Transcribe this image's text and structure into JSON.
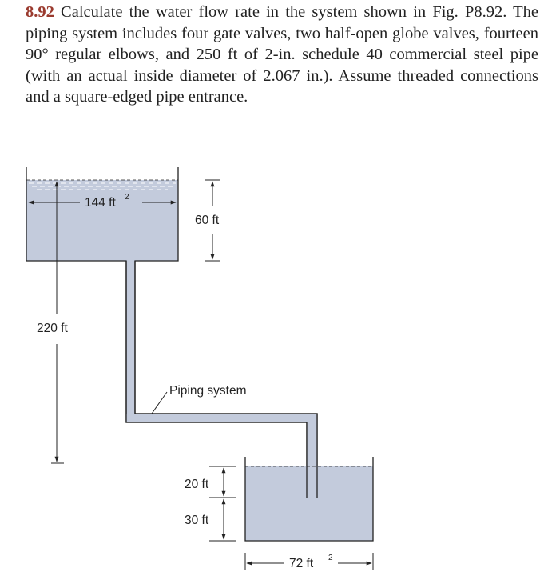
{
  "problem": {
    "number": "8.92",
    "text": "Calculate the water flow rate in the system shown in Fig. P8.92. The piping system includes four gate valves, two half-open globe valves, fourteen 90° regular elbows, and 250 ft of 2-in. schedule 40 commercial steel pipe (with an actual inside diameter of 2.067 in.). Assume threaded connections and a square-edged pipe entrance."
  },
  "figure": {
    "upper_tank_area": "144 ft",
    "upper_tank_area_exp": "2",
    "upper_height": "60 ft",
    "total_height": "220 ft",
    "piping_label": "Piping system",
    "lower_upper_dim": "20 ft",
    "lower_lower_dim": "30 ft",
    "lower_tank_area": "72 ft",
    "lower_tank_area_exp": "2"
  },
  "colors": {
    "water": "#c3cbdc",
    "problem_number": "#9a3a2e"
  }
}
